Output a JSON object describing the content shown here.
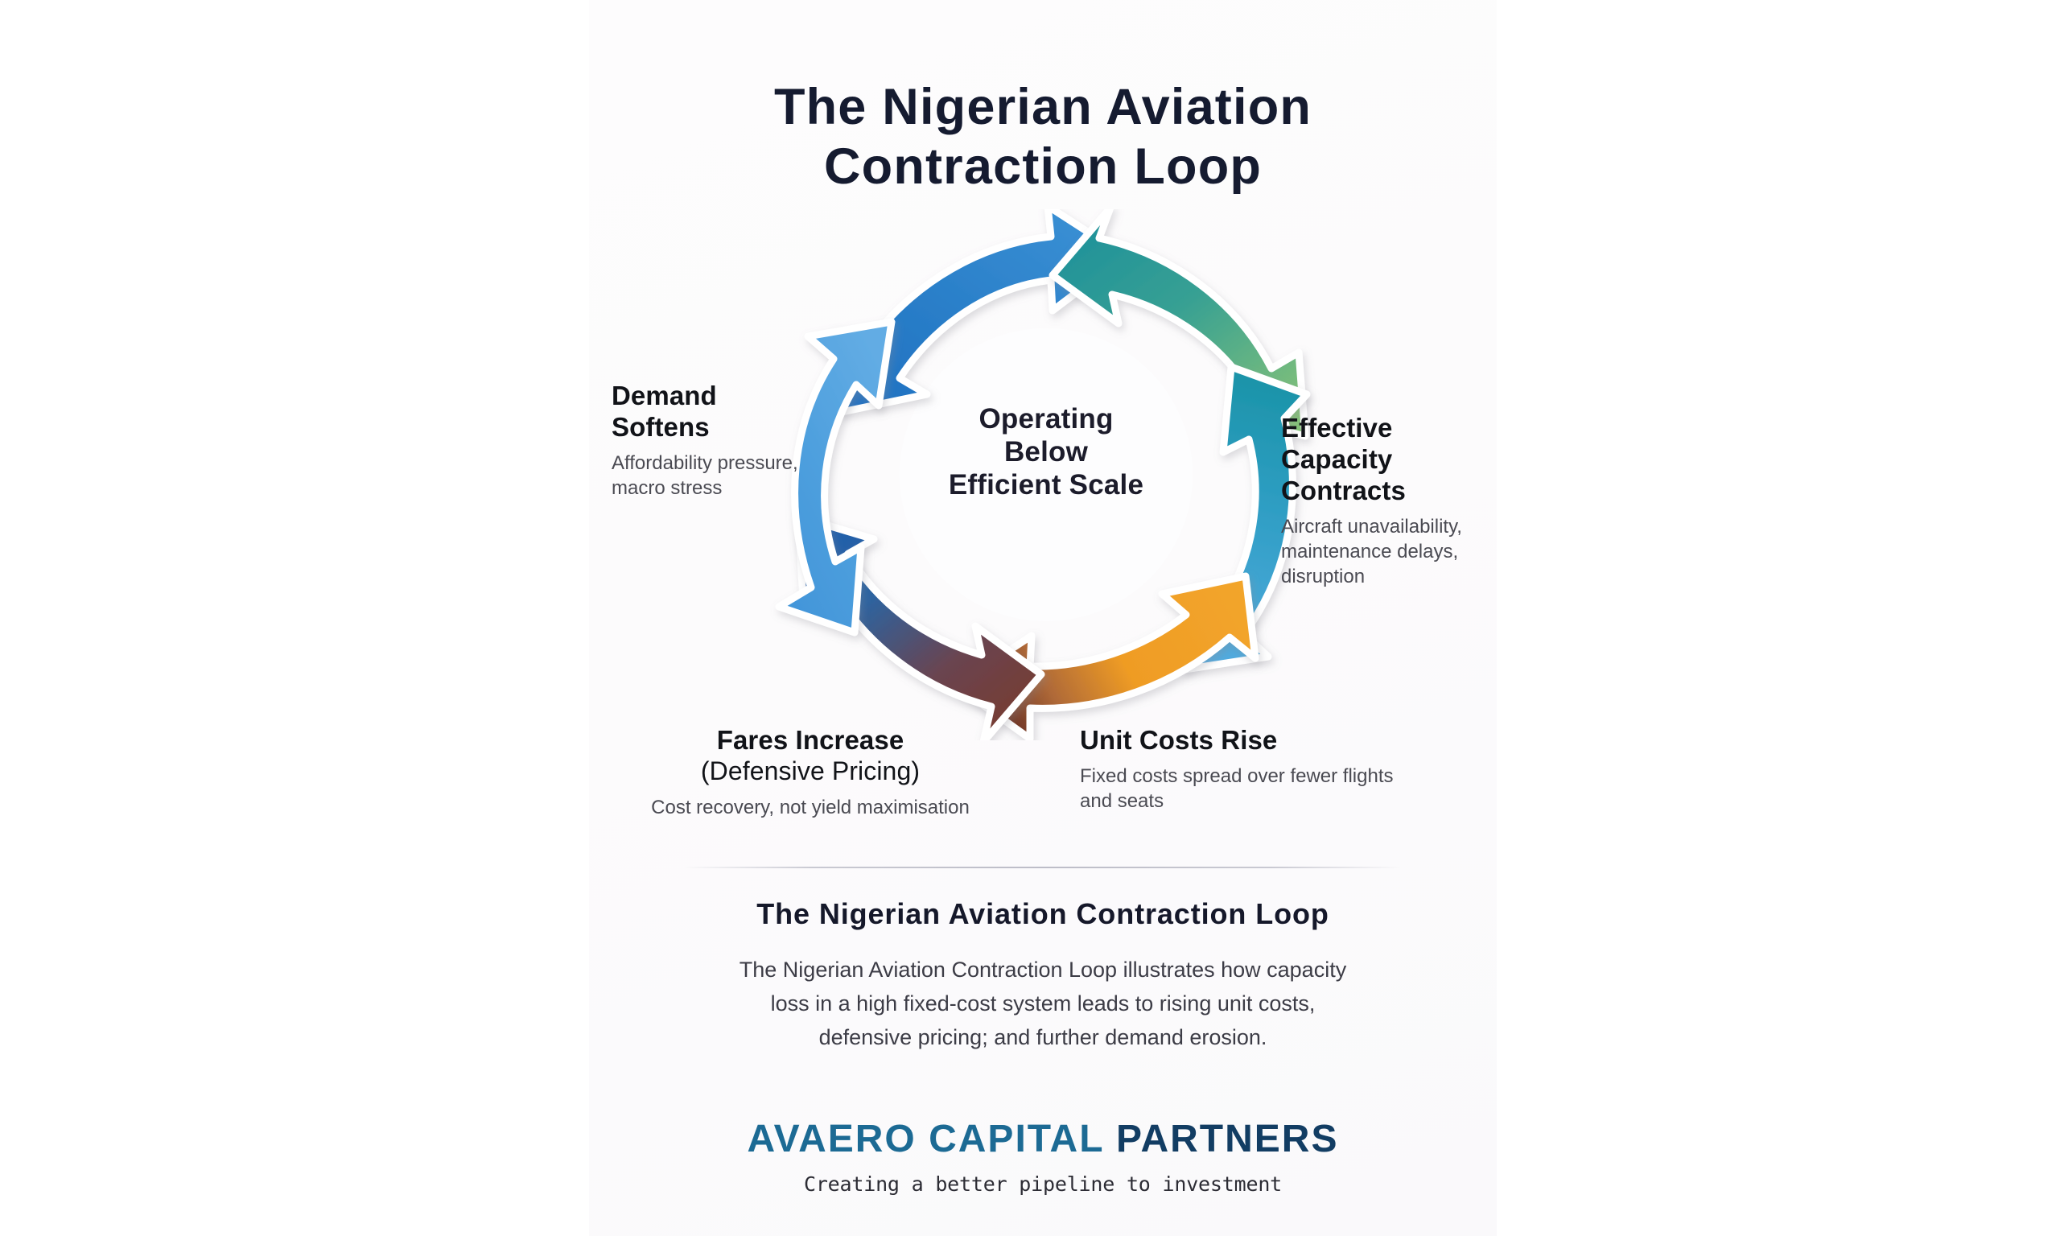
{
  "title": {
    "line1": "The Nigerian Aviation",
    "line2": "Contraction Loop"
  },
  "center": {
    "line1": "Operating",
    "line2": "Below",
    "line3": "Efficient Scale"
  },
  "nodes": [
    {
      "key": "demand-softens",
      "title_line1": "Demand",
      "title_line2": "Softens",
      "subtitle": "Affordability pressure, macro stress"
    },
    {
      "key": "effective-capacity-contracts",
      "title_line1": "Effective",
      "title_line2": "Capacity",
      "title_line3": "Contracts",
      "subtitle": "Aircraft unavailability, maintenance delays, disruption"
    },
    {
      "key": "unit-costs-rise",
      "title_line1": "Unit Costs Rise",
      "subtitle": "Fixed costs spread over fewer flights and seats"
    },
    {
      "key": "fares-increase",
      "title_line1": "Fares Increase",
      "title_line2": "(Defensive Pricing)",
      "subtitle": "Cost recovery, not yield maximisation"
    }
  ],
  "footer": {
    "heading": "The Nigerian Aviation Contraction Loop",
    "desc_line1": "The Nigerian Aviation Contraction Loop illustrates how capacity",
    "desc_line2": "loss in a high fixed-cost system leads to rising unit costs,",
    "desc_line3": "defensive pricing; and further demand erosion."
  },
  "brand": {
    "name_part1": "AVAERO CAPITAL ",
    "name_part2": "PARTNERS",
    "tagline": "Creating a better pipeline to investment"
  },
  "arrows": {
    "top": {
      "name": "arrow-top-demand-to-capacity",
      "from": "#2f86cf",
      "to": "#1464b4"
    },
    "right_upper": {
      "name": "arrow-right-upper-capacity",
      "from": "#1d8f9e",
      "to": "#7ec07a"
    },
    "right_lower": {
      "name": "arrow-right-lower-to-unit-costs",
      "from": "#1d93a6",
      "to": "#4fa8dd"
    },
    "bottom": {
      "name": "arrow-bottom-unit-costs-to-fares",
      "from": "#f2a02a",
      "to": "#7a3b28"
    },
    "left_lower": {
      "name": "arrow-left-lower-fares-to-demand",
      "from": "#7a3b28",
      "to": "#2060a8"
    },
    "left_upper": {
      "name": "arrow-left-upper-demand",
      "from": "#55a8e0",
      "to": "#3f93d8"
    }
  },
  "colors": {
    "title_navy": "#151b30",
    "brand_light_blue": "#1c6a94",
    "brand_dark_blue": "#123d63",
    "orange": "#f2a02a",
    "teal": "#1d8f9e",
    "green": "#7ec07a",
    "background": "#ffffff"
  }
}
